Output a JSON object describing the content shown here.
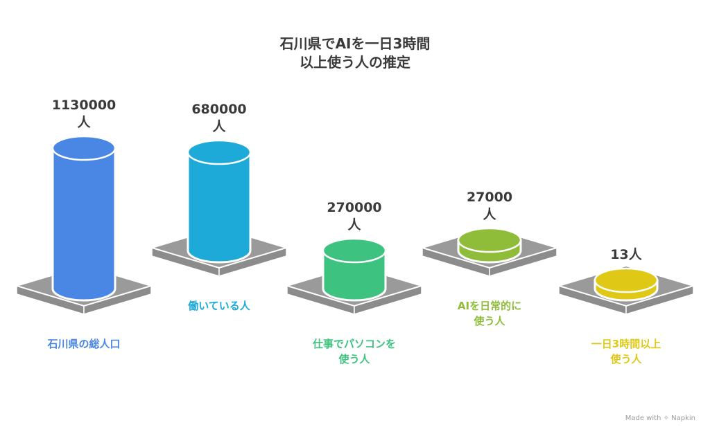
{
  "chart_data": {
    "type": "bar",
    "style": "3d-cylinder-on-platform",
    "title": [
      "石川県でAIを一日3時間",
      "以上使う人の推定"
    ],
    "xlabel": "",
    "ylabel": "",
    "unit": "人",
    "categories": [
      [
        "石川県の総人口"
      ],
      [
        "働いている人"
      ],
      [
        "仕事でパソコンを",
        "使う人"
      ],
      [
        "AIを日常的に",
        "使う人"
      ],
      [
        "一日3時間以上",
        "使う人"
      ]
    ],
    "values": [
      1130000,
      680000,
      270000,
      27000,
      13
    ],
    "value_labels": [
      [
        "1130000",
        "人"
      ],
      [
        "680000",
        "人"
      ],
      [
        "270000",
        "人"
      ],
      [
        "27000",
        "人"
      ],
      [
        "13人"
      ]
    ],
    "colors": [
      "#4a86e3",
      "#1eaad9",
      "#3dc37f",
      "#8fbd3a",
      "#dfc916"
    ],
    "platform_colors": {
      "top": "#9a9a9a",
      "side": "#8c8c8c",
      "edge": "#ffffff"
    },
    "grid": false,
    "legend": "none"
  },
  "credit": "Made with ✧ Napkin"
}
